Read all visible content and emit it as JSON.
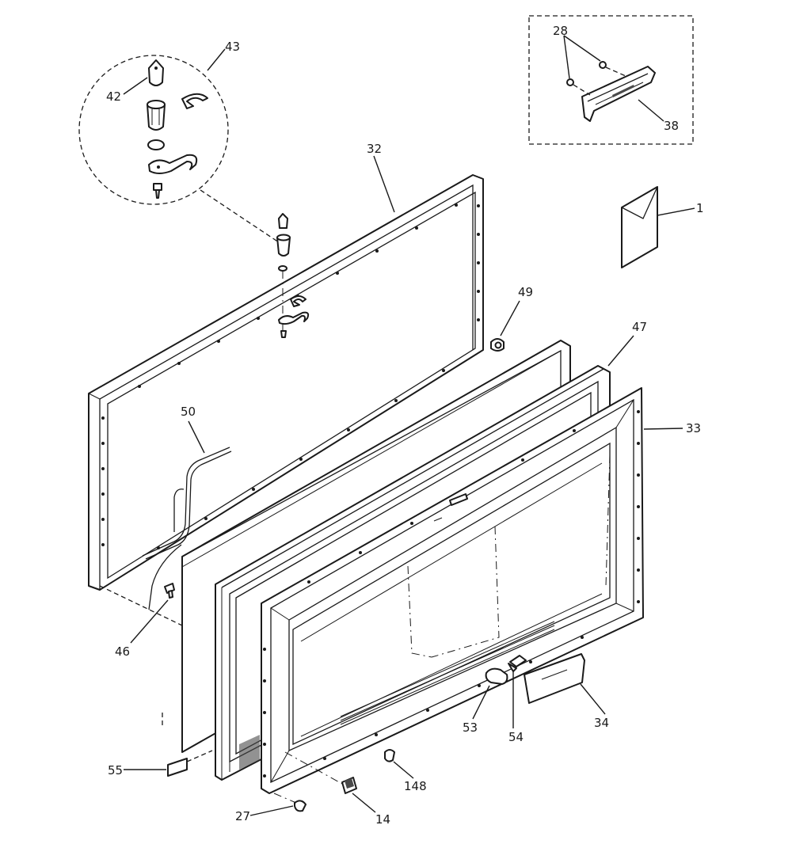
{
  "labels": {
    "p1": "1",
    "p14": "14",
    "p27": "27",
    "p28": "28",
    "p32": "32",
    "p33": "33",
    "p34": "34",
    "p38": "38",
    "p42": "42",
    "p43": "43",
    "p46": "46",
    "p47": "47",
    "p49": "49",
    "p50": "50",
    "p53": "53",
    "p54": "54",
    "p55": "55",
    "p148": "148"
  }
}
